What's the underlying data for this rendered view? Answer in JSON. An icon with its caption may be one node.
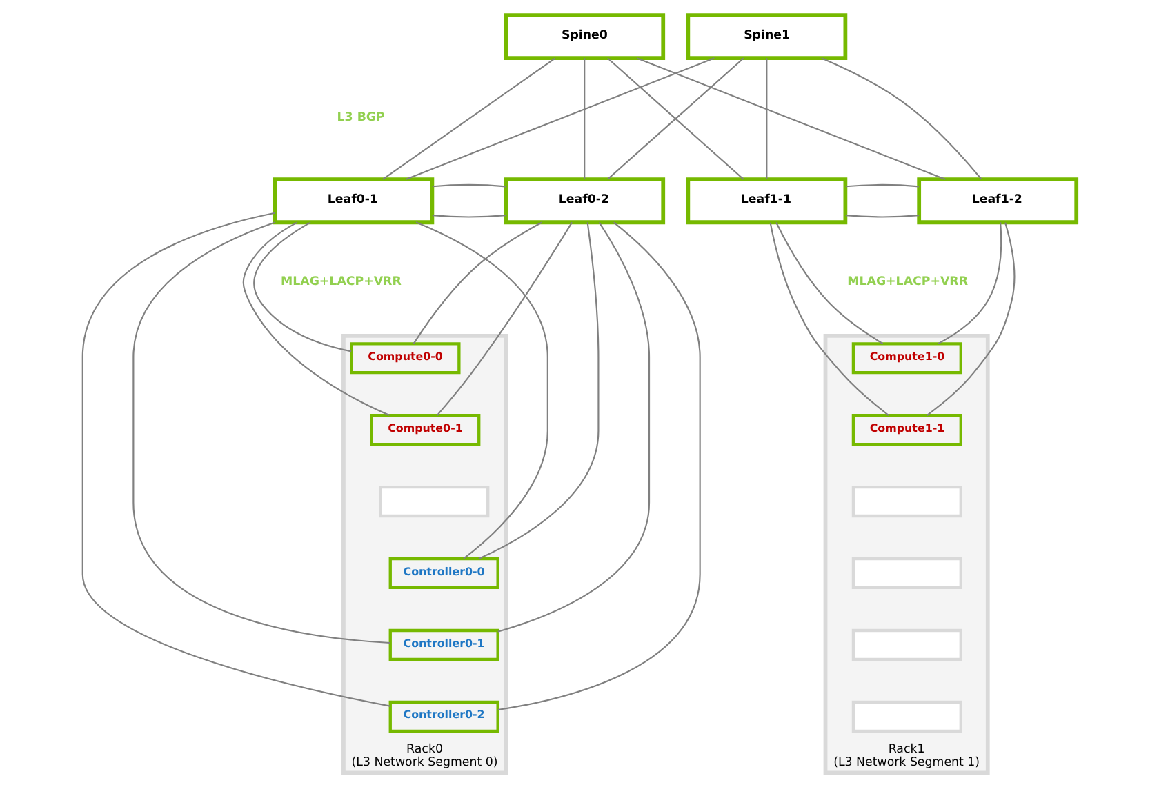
{
  "diagram": {
    "nodes": [
      {
        "text": [
          "Spine0"
        ]
      },
      {
        "text": [
          "Spine1"
        ]
      },
      {
        "text": [
          "Leaf0-1"
        ]
      },
      {
        "text": [
          "Leaf0-2"
        ]
      },
      {
        "text": [
          "Leaf1-1"
        ]
      },
      {
        "text": [
          "Leaf1-2"
        ]
      },
      {
        "text": [
          "Rack0",
          "(L3 Network Segment 0)"
        ]
      },
      {
        "text": [
          "Compute0-0"
        ],
        "in": 6
      },
      {
        "text": [
          "Compute0-1"
        ],
        "in": 6
      },
      {
        "text": [],
        "shape": "box",
        "in": 6
      },
      {
        "text": [
          "Controller0-0"
        ],
        "in": 6
      },
      {
        "text": [
          "Controller0-1"
        ],
        "in": 6
      },
      {
        "text": [
          "Controller0-2"
        ],
        "in": 6
      },
      {
        "text": [
          "Rack1",
          "(L3 Network Segment 1)"
        ]
      },
      {
        "text": [
          "Compute1-0"
        ],
        "in": 13
      },
      {
        "text": [
          "Compute1-1"
        ],
        "in": 13
      },
      {
        "text": [],
        "shape": "box",
        "in": 13
      },
      {
        "text": [],
        "shape": "box",
        "in": 13
      },
      {
        "text": [],
        "shape": "box",
        "in": 13
      },
      {
        "text": [],
        "shape": "box",
        "in": 13
      }
    ],
    "edges": [
      {
        "from": 0,
        "to": 2,
        "arrow": "none"
      },
      {
        "from": 0,
        "to": 3,
        "arrow": "none"
      },
      {
        "from": 0,
        "to": 4,
        "arrow": "none"
      },
      {
        "from": 0,
        "to": 5,
        "arrow": "none"
      },
      {
        "from": 1,
        "to": 2,
        "arrow": "none"
      },
      {
        "from": 1,
        "to": 3,
        "arrow": "none"
      },
      {
        "from": 1,
        "to": 4,
        "arrow": "none"
      },
      {
        "from": 1,
        "to": 5,
        "arrow": "none"
      },
      {
        "from": 2,
        "to": 3,
        "arrow": "none"
      },
      {
        "from": 2,
        "to": 3,
        "arrow": "none"
      },
      {
        "from": 4,
        "to": 5,
        "arrow": "none"
      },
      {
        "from": 4,
        "to": 5,
        "arrow": "none"
      },
      {
        "from": 2,
        "to": 7,
        "arrow": "none"
      },
      {
        "from": 2,
        "to": 8,
        "arrow": "none"
      },
      {
        "from": 2,
        "to": 10,
        "arrow": "none"
      },
      {
        "from": 2,
        "to": 11,
        "arrow": "none"
      },
      {
        "from": 2,
        "to": 12,
        "arrow": "none"
      },
      {
        "from": 3,
        "to": 7,
        "arrow": "none"
      },
      {
        "from": 3,
        "to": 8,
        "arrow": "none"
      },
      {
        "from": 3,
        "to": 10,
        "arrow": "none"
      },
      {
        "from": 3,
        "to": 11,
        "arrow": "none"
      },
      {
        "from": 3,
        "to": 12,
        "arrow": "none"
      },
      {
        "from": 4,
        "to": 14,
        "arrow": "none"
      },
      {
        "from": 4,
        "to": 15,
        "arrow": "none"
      },
      {
        "from": 5,
        "to": 14,
        "arrow": "none"
      },
      {
        "from": 5,
        "to": 15,
        "arrow": "none"
      }
    ],
    "labels": [
      "L3 BGP",
      "MLAG+LACP+VRR",
      "MLAG+LACP+VRR"
    ]
  }
}
